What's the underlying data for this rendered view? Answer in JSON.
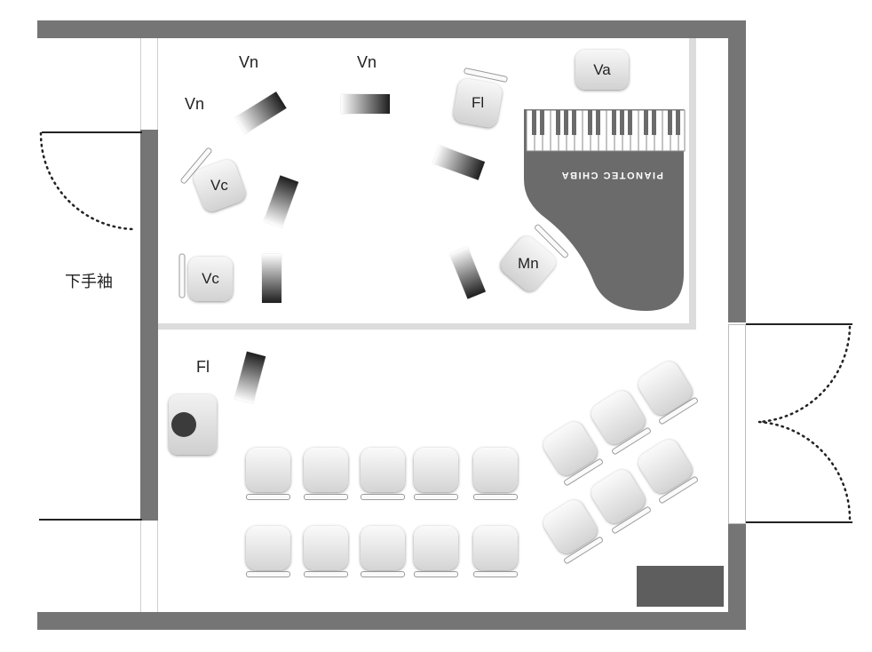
{
  "room": {
    "area_label": "下手袖",
    "mat_color": "#5e5e5e",
    "wall_color": "#757575"
  },
  "labels": {
    "vn_1": "Vn",
    "vn_2": "Vn",
    "vn_3": "Vn",
    "vc_1": "Vc",
    "vc_2": "Vc",
    "fl_1": "Fl",
    "fl_2": "Fl",
    "va": "Va",
    "mn": "Mn"
  },
  "piano": {
    "brand": "PIANOTEC CHIBA",
    "color": "#6b6b6b"
  },
  "icons": [
    "grand-piano-icon",
    "door-swing-icon",
    "music-stand-icon",
    "drum-icon",
    "chair-icon"
  ]
}
